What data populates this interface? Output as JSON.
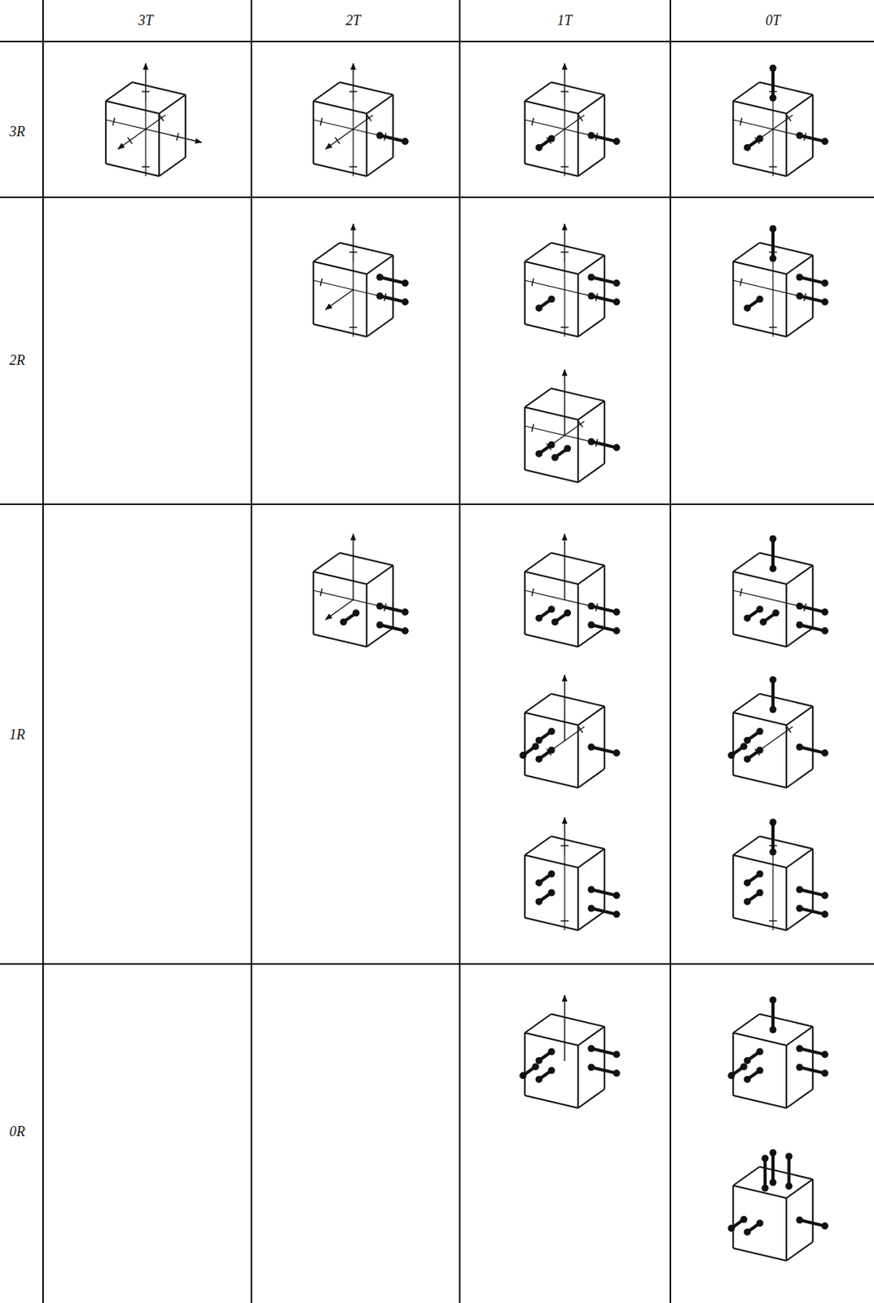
{
  "diagram": {
    "labels": [
      "3T",
      "2T",
      "1T",
      "0T",
      "3R",
      "2R",
      "1R",
      "0R"
    ]
  }
}
